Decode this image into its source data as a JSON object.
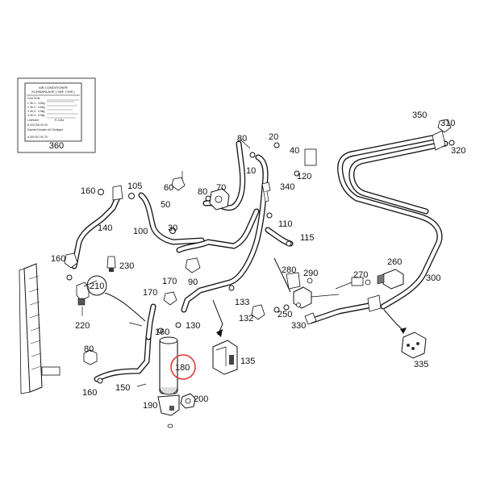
{
  "label_plate": {
    "title_line1": "AIR CONDITIONER",
    "title_line2": "KLIMAANLAGE ( SAE J 639 )",
    "lines": [
      "CAUTION",
      "1  2ln 1 : 3-5kg",
      "2  2ln 2 : 4-6kg",
      "3  2ln 3 : 4.5kg",
      "4  2ln 4 : 5.5kg",
      "Lubricant",
      "R-134a",
      "A 000 000 00 00",
      "DaimlerChrysler AG Stuttgart",
      "A 000 817 50 20"
    ],
    "callout": "360"
  },
  "callouts": [
    {
      "id": "c10",
      "text": "10"
    },
    {
      "id": "c20",
      "text": "20"
    },
    {
      "id": "c30",
      "text": "30"
    },
    {
      "id": "c40",
      "text": "40"
    },
    {
      "id": "c50",
      "text": "50"
    },
    {
      "id": "c60",
      "text": "60"
    },
    {
      "id": "c70",
      "text": "70"
    },
    {
      "id": "c80a",
      "text": "80"
    },
    {
      "id": "c80b",
      "text": "80"
    },
    {
      "id": "c80c",
      "text": "80"
    },
    {
      "id": "c90",
      "text": "90"
    },
    {
      "id": "c100",
      "text": "100"
    },
    {
      "id": "c105",
      "text": "105"
    },
    {
      "id": "c110",
      "text": "110"
    },
    {
      "id": "c115",
      "text": "115"
    },
    {
      "id": "c120",
      "text": "120"
    },
    {
      "id": "c130",
      "text": "130"
    },
    {
      "id": "c132",
      "text": "132"
    },
    {
      "id": "c133",
      "text": "133"
    },
    {
      "id": "c135",
      "text": "135"
    },
    {
      "id": "c140",
      "text": "140"
    },
    {
      "id": "c150",
      "text": "150"
    },
    {
      "id": "c160a",
      "text": "160"
    },
    {
      "id": "c160b",
      "text": "160"
    },
    {
      "id": "c160c",
      "text": "160"
    },
    {
      "id": "c160d",
      "text": "160"
    },
    {
      "id": "c170a",
      "text": "170"
    },
    {
      "id": "c170b",
      "text": "170"
    },
    {
      "id": "c180",
      "text": "180"
    },
    {
      "id": "c190",
      "text": "190"
    },
    {
      "id": "c200",
      "text": "200"
    },
    {
      "id": "c210",
      "text": "210"
    },
    {
      "id": "c220",
      "text": "220"
    },
    {
      "id": "c230",
      "text": "230"
    },
    {
      "id": "c250",
      "text": "250"
    },
    {
      "id": "c260",
      "text": "260"
    },
    {
      "id": "c270",
      "text": "270"
    },
    {
      "id": "c280",
      "text": "280"
    },
    {
      "id": "c290",
      "text": "290"
    },
    {
      "id": "c300",
      "text": "300"
    },
    {
      "id": "c310",
      "text": "310"
    },
    {
      "id": "c320",
      "text": "320"
    },
    {
      "id": "c330",
      "text": "330"
    },
    {
      "id": "c335",
      "text": "335"
    },
    {
      "id": "c340",
      "text": "340"
    },
    {
      "id": "c350",
      "text": "350"
    }
  ],
  "highlight": {
    "part": "180",
    "color": "#e53935"
  }
}
